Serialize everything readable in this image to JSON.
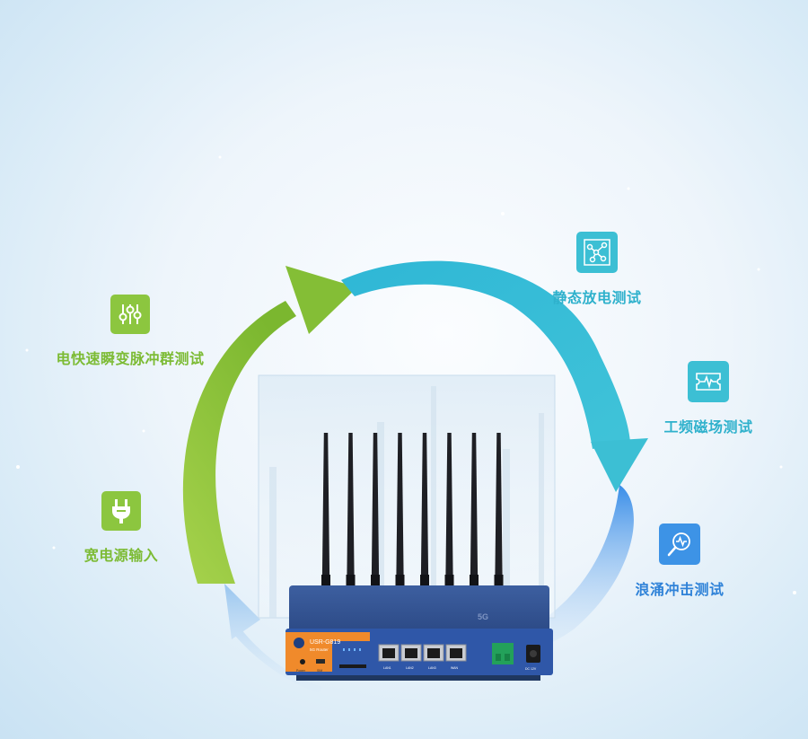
{
  "features": {
    "eft": {
      "label": "电快速瞬变脉冲群测试",
      "icon": "sliders-icon",
      "color": "#8cc63f"
    },
    "power": {
      "label": "宽电源输入",
      "icon": "power-plug-icon",
      "color": "#8cc63f"
    },
    "esd": {
      "label": "静态放电测试",
      "icon": "network-nodes-icon",
      "color": "#3cbfd4"
    },
    "magnetic": {
      "label": "工频磁场测试",
      "icon": "pulse-wave-icon",
      "color": "#3cbfd4"
    },
    "surge": {
      "label": "浪涌冲击测试",
      "icon": "magnifier-signal-icon",
      "color": "#3d93e6"
    }
  },
  "device": {
    "model": "USR-G819",
    "subtitle": "5G Router",
    "badge": "5G",
    "antenna_count": 8,
    "lan_ports": [
      "LAN1",
      "LAN2",
      "LAN3",
      "WAN"
    ],
    "left_labels": [
      "Power",
      "SIM"
    ],
    "dc_label": "DC 12V"
  }
}
